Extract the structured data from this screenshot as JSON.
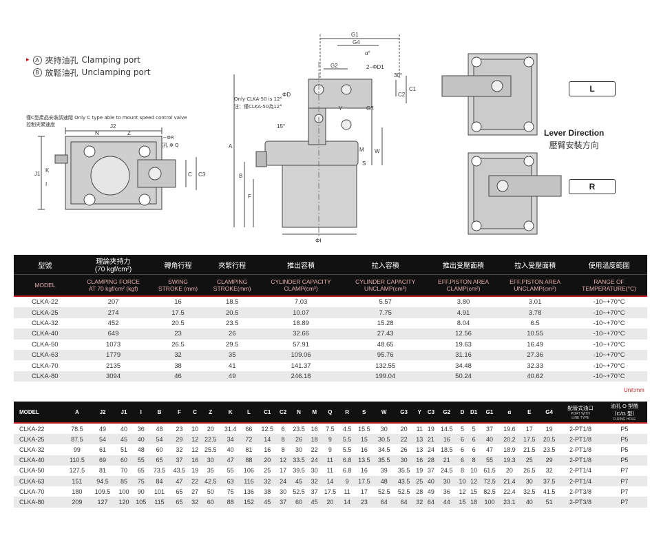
{
  "legend": {
    "a_letter": "A",
    "a_zh": "夾持油孔",
    "a_en": "Clamping port",
    "b_letter": "B",
    "b_zh": "放鬆油孔",
    "b_en": "Unclamping port"
  },
  "notes": {
    "c_type_zh1": "僅C型產品安裝調速閥",
    "c_type_en": "Only C type able to mount  speed control valve",
    "c_type_zh2": "控制夾緊速度",
    "clka50_en": "Only CLKA-50 is  12°",
    "clka50_zh": "注：僅CLKA-50為12°",
    "hole": "4−ΦR",
    "counterbore": "沉孔 Φ Q"
  },
  "dimension_labels": {
    "J2": "J2",
    "N": "N",
    "Z": "Z",
    "J1": "J1",
    "K": "K",
    "I": "I",
    "C": "C",
    "C3": "C3",
    "G1": "G1",
    "G4": "G4",
    "alpha": "α°",
    "G2": "G2",
    "D1": "2−ΦD1",
    "D": "ΦD",
    "C1": "C1",
    "C2": "C2",
    "Y": "Y",
    "G3": "G3",
    "angle15": "15°",
    "A": "A",
    "B": "B",
    "F": "F",
    "W": "W",
    "S": "S",
    "I1": "ΦI",
    "M": "M",
    "deg30": "30°"
  },
  "lever": {
    "en": "Lever Direction",
    "zh": "壓臂安裝方向",
    "left": "L",
    "right": "R"
  },
  "table1": {
    "header_zh": [
      "型號",
      "理論夾持力",
      "轉角行程",
      "夾緊行程",
      "推出容積",
      "拉入容積",
      "推出受壓面積",
      "拉入受壓面積",
      "使用溫度範圍"
    ],
    "header_zh_sub": "(70 kgf/cm²)",
    "header_en": [
      [
        "MODEL"
      ],
      [
        "CLAMPING FORCE",
        "AT 70 kgf/cm² (kgf)"
      ],
      [
        "SWING",
        "STROKE (mm)"
      ],
      [
        "CLAMPING",
        "STROKE(mm)"
      ],
      [
        "CYLINDER CAPACITY",
        "CLAMP(cm³)"
      ],
      [
        "CYLINDER CAPACITY",
        "UNCLAMP(cm³)"
      ],
      [
        "EFF.PISTON AREA",
        "CLAMP(cm²)"
      ],
      [
        "EFF.PISTON AREA",
        "UNCLAMP(cm²)"
      ],
      [
        "RANGE OF",
        "TEMPERATURE(°C)"
      ]
    ],
    "rows": [
      [
        "CLKA-22",
        "207",
        "16",
        "18.5",
        "7.03",
        "5.57",
        "3.80",
        "3.01",
        "-10~+70°C"
      ],
      [
        "CLKA-25",
        "274",
        "17.5",
        "20.5",
        "10.07",
        "7.75",
        "4.91",
        "3.78",
        "-10~+70°C"
      ],
      [
        "CLKA-32",
        "452",
        "20.5",
        "23.5",
        "18.89",
        "15.28",
        "8.04",
        "6.5",
        "-10~+70°C"
      ],
      [
        "CLKA-40",
        "649",
        "23",
        "26",
        "32.66",
        "27.43",
        "12.56",
        "10.55",
        "-10~+70°C"
      ],
      [
        "CLKA-50",
        "1073",
        "26.5",
        "29.5",
        "57.91",
        "48.65",
        "19.63",
        "16.49",
        "-10~+70°C"
      ],
      [
        "CLKA-63",
        "1779",
        "32",
        "35",
        "109.06",
        "95.76",
        "31.16",
        "27.36",
        "-10~+70°C"
      ],
      [
        "CLKA-70",
        "2135",
        "38",
        "41",
        "141.37",
        "132.55",
        "34.48",
        "32.33",
        "-10~+70°C"
      ],
      [
        "CLKA-80",
        "3094",
        "46",
        "49",
        "246.18",
        "199.04",
        "50.24",
        "40.62",
        "-10~+70°C"
      ]
    ]
  },
  "unit": "Unit:mm",
  "table2": {
    "headers": [
      "MODEL",
      "A",
      "J2",
      "J1",
      "I",
      "B",
      "F",
      "C",
      "Z",
      "K",
      "L",
      "C1",
      "C2",
      "N",
      "M",
      "Q",
      "R",
      "S",
      "W",
      "G3",
      "Y",
      "C3",
      "G2",
      "D",
      "D1",
      "G1",
      "α",
      "E",
      "G4"
    ],
    "port_header": {
      "zh": "配管式油口",
      "en": "PORT WITH",
      "en2": "LINE TYPE"
    },
    "oring_header": {
      "zh": "油孔 O 型圈",
      "zh2": "（C/G 型）",
      "en": "O-RING HOLE"
    },
    "rows": [
      [
        "CLKA-22",
        "78.5",
        "49",
        "40",
        "36",
        "48",
        "23",
        "10",
        "20",
        "31.4",
        "66",
        "12.5",
        "6",
        "23.5",
        "16",
        "7.5",
        "4.5",
        "15.5",
        "30",
        "20",
        "11",
        "19",
        "14.5",
        "5",
        "5",
        "37",
        "19.6",
        "17",
        "19",
        "2-PT1/8",
        "P5"
      ],
      [
        "CLKA-25",
        "87.5",
        "54",
        "45",
        "40",
        "54",
        "29",
        "12",
        "22.5",
        "34",
        "72",
        "14",
        "8",
        "26",
        "18",
        "9",
        "5.5",
        "15",
        "30.5",
        "22",
        "13",
        "21",
        "16",
        "6",
        "6",
        "40",
        "20.2",
        "17.5",
        "20.5",
        "2-PT1/8",
        "P5"
      ],
      [
        "CLKA-32",
        "99",
        "61",
        "51",
        "48",
        "60",
        "32",
        "12",
        "25.5",
        "40",
        "81",
        "16",
        "8",
        "30",
        "22",
        "9",
        "5.5",
        "16",
        "34.5",
        "26",
        "13",
        "24",
        "18.5",
        "6",
        "6",
        "47",
        "18.9",
        "21.5",
        "23.5",
        "2-PT1/8",
        "P5"
      ],
      [
        "CLKA-40",
        "110.5",
        "69",
        "60",
        "55",
        "65",
        "37",
        "16",
        "30",
        "47",
        "88",
        "20",
        "12",
        "33.5",
        "24",
        "11",
        "6.8",
        "13.5",
        "35.5",
        "30",
        "16",
        "28",
        "21",
        "6",
        "8",
        "55",
        "19.3",
        "25",
        "29",
        "2-PT1/8",
        "P5"
      ],
      [
        "CLKA-50",
        "127.5",
        "81",
        "70",
        "65",
        "73.5",
        "43.5",
        "19",
        "35",
        "55",
        "106",
        "25",
        "17",
        "39.5",
        "30",
        "11",
        "6.8",
        "16",
        "39",
        "35.5",
        "19",
        "37",
        "24.5",
        "8",
        "10",
        "61.5",
        "20",
        "26.5",
        "32",
        "2-PT1/4",
        "P7"
      ],
      [
        "CLKA-63",
        "151",
        "94.5",
        "85",
        "75",
        "84",
        "47",
        "22",
        "42.5",
        "63",
        "116",
        "32",
        "24",
        "45",
        "32",
        "14",
        "9",
        "17.5",
        "48",
        "43.5",
        "25",
        "40",
        "30",
        "10",
        "12",
        "72.5",
        "21.4",
        "30",
        "37.5",
        "2-PT1/4",
        "P7"
      ],
      [
        "CLKA-70",
        "180",
        "109.5",
        "100",
        "90",
        "101",
        "65",
        "27",
        "50",
        "75",
        "136",
        "38",
        "30",
        "52.5",
        "37",
        "17.5",
        "11",
        "17",
        "52.5",
        "52.5",
        "28",
        "49",
        "36",
        "12",
        "15",
        "82.5",
        "22.4",
        "32.5",
        "41.5",
        "2-PT3/8",
        "P7"
      ],
      [
        "CLKA-80",
        "209",
        "127",
        "120",
        "105",
        "115",
        "65",
        "32",
        "60",
        "88",
        "152",
        "45",
        "37",
        "60",
        "45",
        "20",
        "14",
        "23",
        "64",
        "64",
        "32",
        "64",
        "44",
        "15",
        "18",
        "100",
        "23.1",
        "40",
        "51",
        "2-PT3/8",
        "P7"
      ]
    ]
  }
}
